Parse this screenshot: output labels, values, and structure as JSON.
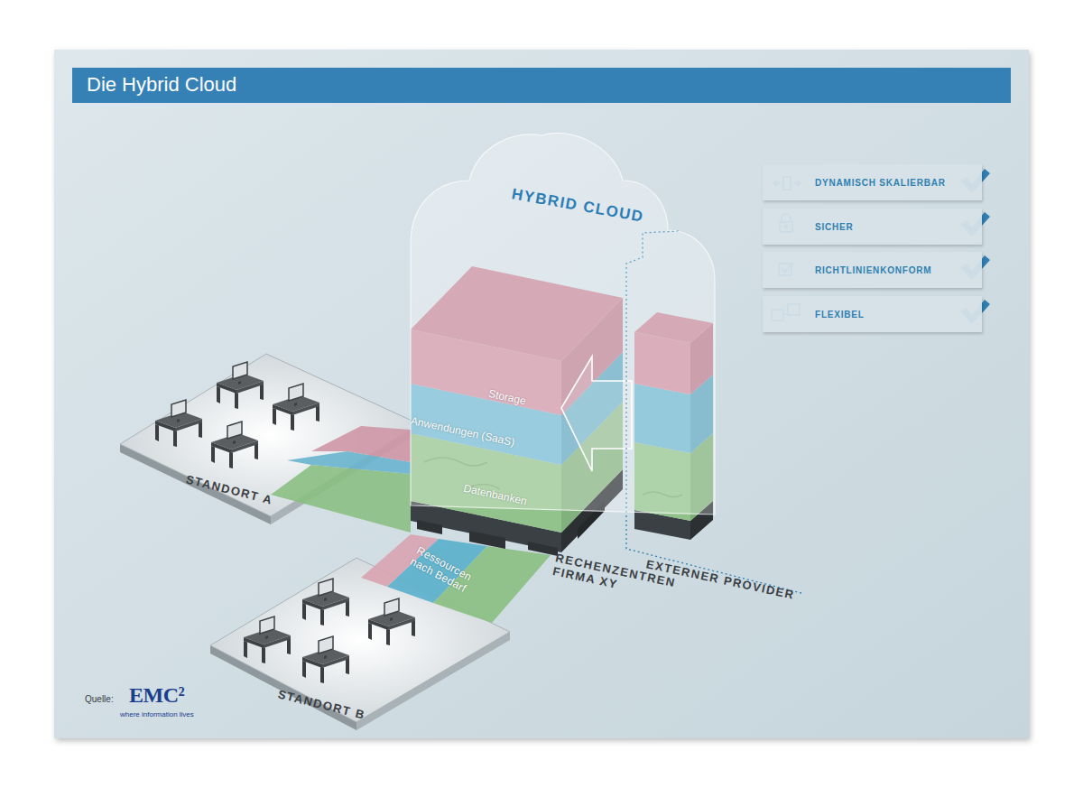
{
  "diagram": {
    "title": "Die Hybrid Cloud",
    "nodes": [
      {
        "text": [
          "HYBRID CLOUD"
        ]
      },
      {
        "text": [
          "Storage"
        ],
        "in": 0
      },
      {
        "text": [
          "Anwendungen (SaaS)"
        ],
        "in": 0
      },
      {
        "text": [
          "Datenbanken"
        ],
        "in": 0
      },
      {
        "text": [
          "DYNAMISCH SKALIERBAR"
        ]
      },
      {
        "text": [
          "SICHER"
        ]
      },
      {
        "text": [
          "RICHTLINIENKONFORM"
        ]
      },
      {
        "text": [
          "FLEXIBEL"
        ]
      }
    ],
    "labels": [
      "Ressourcen nach Bedarf",
      "STANDORT A",
      "STANDORT B",
      "RECHENZENTREN FIRMA XY",
      "EXTERNER PROVIDER",
      "Quelle:",
      "EMC²",
      "where information lives"
    ]
  }
}
